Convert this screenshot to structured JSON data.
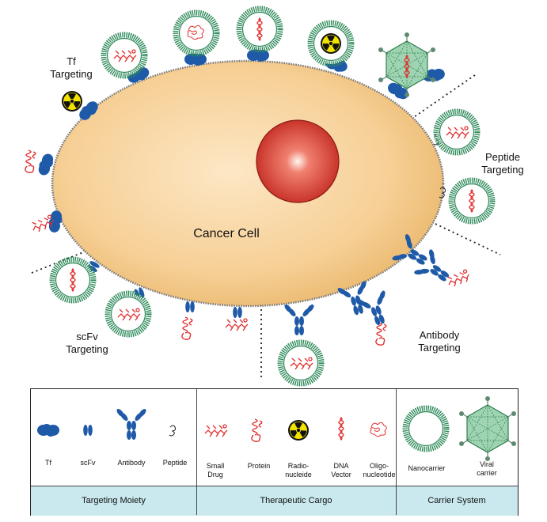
{
  "cell": {
    "title": "Cancer Cell"
  },
  "targeting_labels": {
    "tf": [
      "Tf",
      "Targeting"
    ],
    "peptide": [
      "Peptide",
      "Targeting"
    ],
    "scfv": [
      "scFv",
      "Targeting"
    ],
    "antibody": [
      "Antibody",
      "Targeting"
    ]
  },
  "legend": {
    "items": [
      {
        "icon": "tf-icon",
        "label": [
          "Tf"
        ]
      },
      {
        "icon": "scfv-icon",
        "label": [
          "scFv"
        ]
      },
      {
        "icon": "antibody-icon",
        "label": [
          "Antibody"
        ]
      },
      {
        "icon": "peptide-icon",
        "label": [
          "Peptide"
        ]
      },
      {
        "icon": "small-drug-icon",
        "label": [
          "Small",
          "Drug"
        ]
      },
      {
        "icon": "protein-icon",
        "label": [
          "Protein"
        ]
      },
      {
        "icon": "radionuclide-icon",
        "label": [
          "Radio-",
          "nucleide"
        ]
      },
      {
        "icon": "dna-vector-icon",
        "label": [
          "DNA",
          "Vector"
        ]
      },
      {
        "icon": "oligonucleotide-icon",
        "label": [
          "Oligo-",
          "nucleotide"
        ]
      },
      {
        "icon": "nanocarrier-icon",
        "label": [
          "Nanocarrier"
        ]
      },
      {
        "icon": "viral-carrier-icon",
        "label": [
          "Viral",
          "carrier"
        ]
      }
    ],
    "sections": [
      {
        "label": "Targeting Moiety"
      },
      {
        "label": "Therapeutic Cargo"
      },
      {
        "label": "Carrier System"
      }
    ]
  },
  "colors": {
    "cell_fill": "#f6cf95",
    "nucleus": "#d63a2e",
    "ligand_blue": "#1e5aa8",
    "cargo_red": "#e03030",
    "nanocarrier_green": "#2e8a5a",
    "viral_green": "#9fd4b2",
    "radiation_yellow": "#f2e200",
    "legend_band": "#c9e9ee"
  }
}
